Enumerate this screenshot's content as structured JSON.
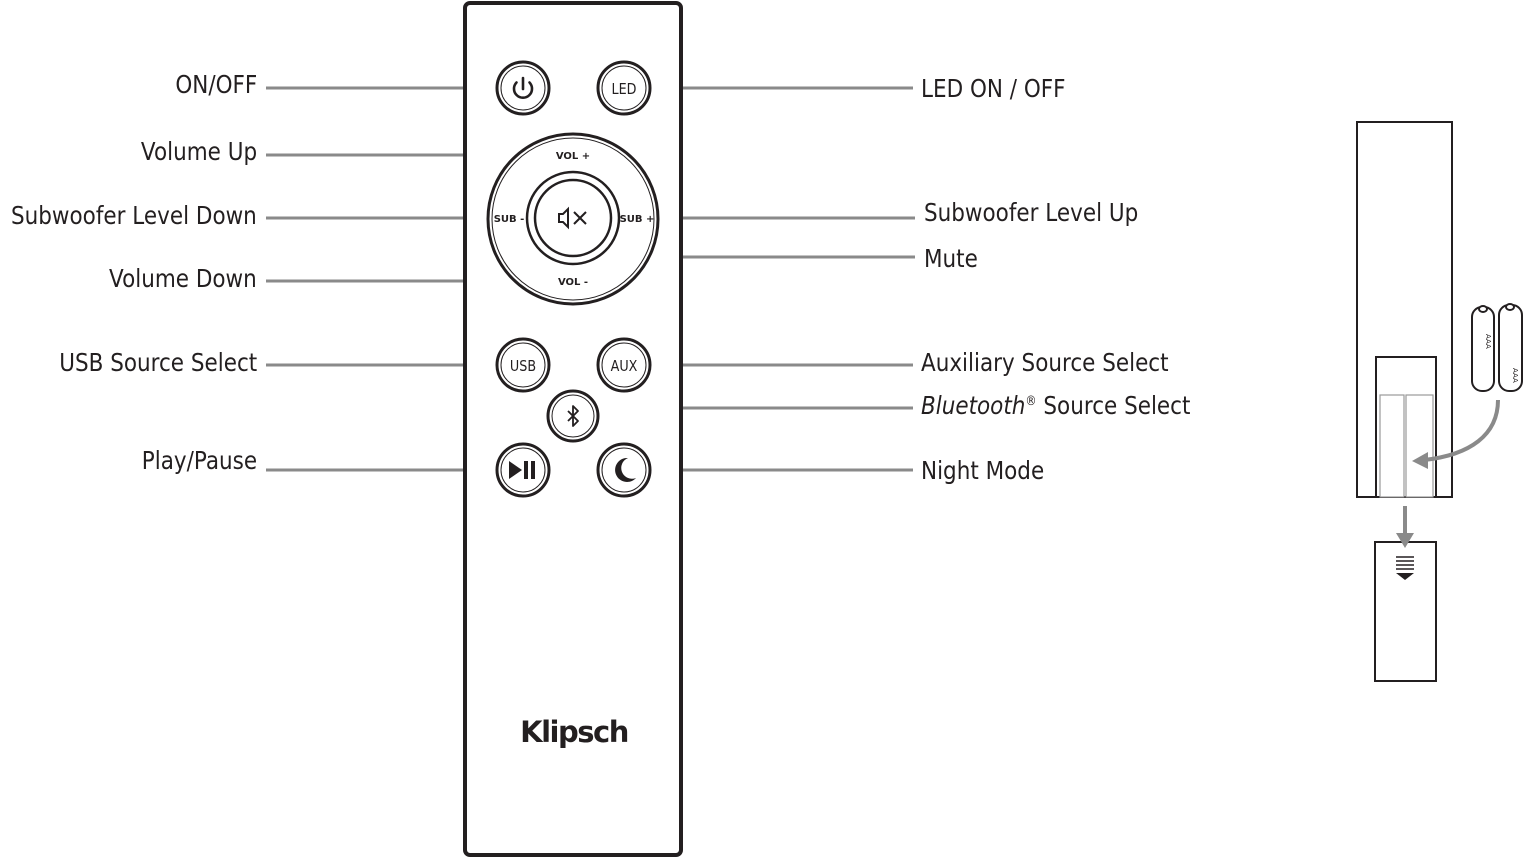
{
  "brand": "Klipsch",
  "buttons": {
    "led": "LED",
    "vol_up": "VOL +",
    "vol_down": "VOL -",
    "sub_down": "SUB -",
    "sub_up": "SUB +",
    "usb": "USB",
    "aux": "AUX"
  },
  "battery_label": "AAA",
  "labels": {
    "on_off": "ON/OFF",
    "volume_up": "Volume Up",
    "subwoofer_down": "Subwoofer Level Down",
    "volume_down": "Volume Down",
    "usb_source": "USB Source Select",
    "play_pause": "Play/Pause",
    "led_on_off": "LED ON / OFF",
    "subwoofer_up": "Subwoofer Level Up",
    "mute": "Mute",
    "aux_source": "Auxiliary Source Select",
    "bluetooth_word": "Bluetooth",
    "bluetooth_mark": "®",
    "bluetooth_rest": " Source Select",
    "night_mode": "Night Mode"
  },
  "icons": {
    "power": "power-icon",
    "mute": "speaker-mute-icon",
    "bluetooth": "bluetooth-icon",
    "play_pause": "play-pause-icon",
    "night": "moon-icon"
  },
  "colors": {
    "ink": "#231f20",
    "leader": "#8a8a8a"
  }
}
